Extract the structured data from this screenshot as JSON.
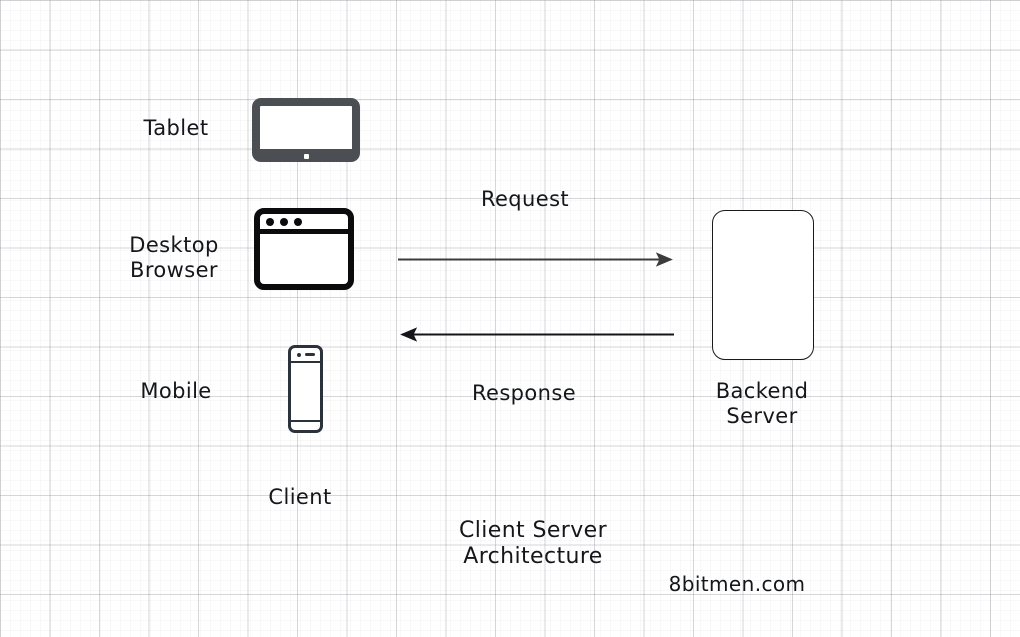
{
  "diagram": {
    "title": "Client Server Architecture",
    "watermark": "8bitmen.com",
    "background": {
      "grid_major_color": "#c9c9cf",
      "grid_minor_color": "#eeeef1",
      "page_color": "#ffffff"
    },
    "clients": {
      "group_label": "Client",
      "devices": [
        {
          "label": "Tablet",
          "icon": "tablet-icon",
          "color": "#4b4e53"
        },
        {
          "label": "Desktop\nBrowser",
          "icon": "browser-window-icon",
          "color": "#0b0b0d"
        },
        {
          "label": "Mobile",
          "icon": "mobile-phone-icon",
          "color": "#2c323c"
        }
      ]
    },
    "server": {
      "label": "Backend\nServer",
      "shape": "rounded-rectangle",
      "fill": "#ffffff",
      "stroke": "#1a1a1a"
    },
    "flows": [
      {
        "label": "Request",
        "direction": "client-to-server",
        "color": "#3c3c3c"
      },
      {
        "label": "Response",
        "direction": "server-to-client",
        "color": "#1a1a1a"
      }
    ]
  }
}
